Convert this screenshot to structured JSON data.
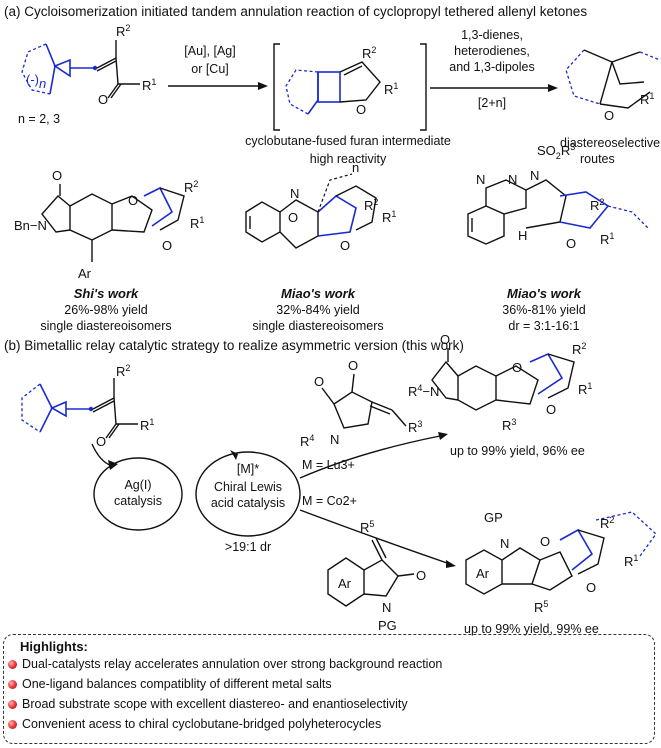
{
  "section_a": {
    "title": "(a) Cycloisomerization initiated tandem annulation reaction of cyclopropyl tethered allenyl ketones",
    "n_label": "n = 2, 3",
    "catalysts": "[Au], [Ag]",
    "catalysts2": "or [Cu]",
    "reagents": [
      "1,3-dienes,",
      "heterodienes,",
      "and 1,3-dipoles"
    ],
    "cycloaddition": "[2+n]",
    "intermediate": [
      "cyclobutane-fused furan intermediate",
      "high reactivity"
    ],
    "product": [
      "diastereoselective",
      "routes"
    ],
    "works": [
      {
        "name": "Shi's work",
        "yield": "26%-98% yield",
        "note": "single diastereoisomers"
      },
      {
        "name": "Miao's work",
        "yield": "32%-84% yield",
        "note": "single diastereoisomers"
      },
      {
        "name": "Miao's work",
        "yield": "36%-81% yield",
        "note": "dr = 3:1-16:1"
      }
    ]
  },
  "section_b": {
    "title": "(b) Bimetallic relay catalytic strategy to realize asymmetric version (this work)",
    "ag_catalysis": [
      "Ag(I)",
      "catalysis"
    ],
    "chiral_catalysis": [
      "[M]*",
      "Chiral Lewis",
      "acid catalysis"
    ],
    "m_lu": "M = Lu3+",
    "m_co": "M = Co2+",
    "dr": ">19:1 dr",
    "result1": "up to 99% yield, 96% ee",
    "result2": "up to 99% yield, 99% ee"
  },
  "highlights": {
    "title": "Highlights:",
    "items": [
      "Dual-catalysts relay accelerates annulation over strong background reaction",
      "One-ligand balances compatiblity of different metal salts",
      "Broad substrate scope with excellent diastereo- and enantioselectivity",
      "Convenient acess to chiral cyclobutane-bridged polyheterocycles"
    ]
  }
}
